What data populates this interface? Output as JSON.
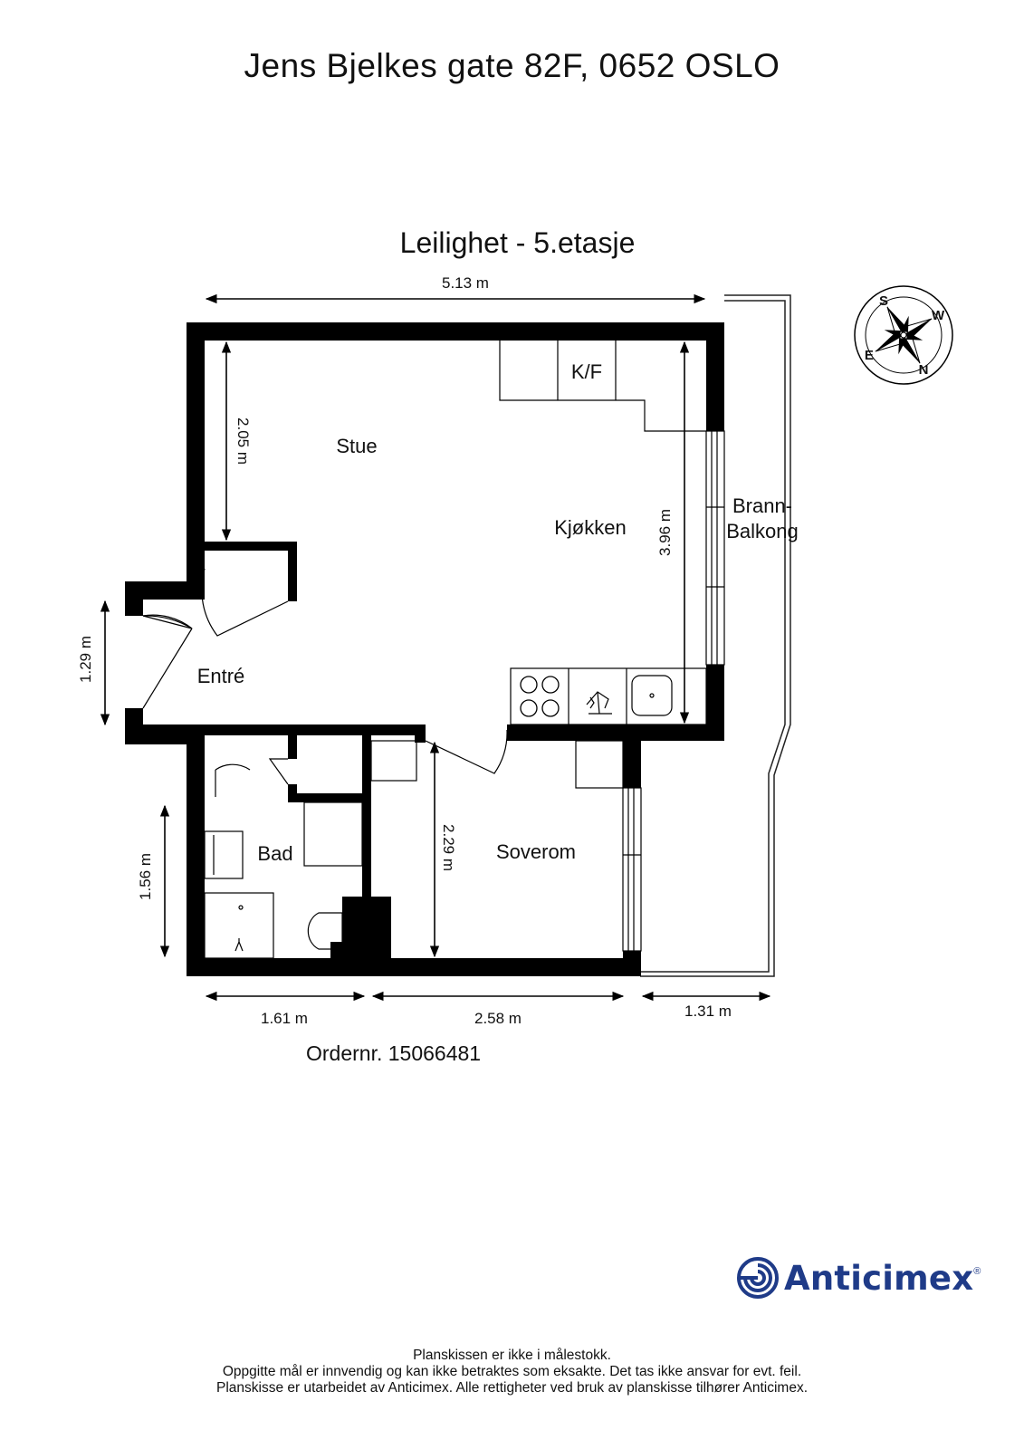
{
  "header": {
    "address": "Jens Bjelkes gate 82F, 0652 OSLO",
    "floor": "Leilighet  - 5.etasje"
  },
  "rooms": {
    "stue": "Stue",
    "kjokken": "Kjøkken",
    "kf": "K/F",
    "entre": "Entré",
    "bad": "Bad",
    "soverom": "Soverom",
    "balkong_line1": "Brann-",
    "balkong_line2": "Balkong"
  },
  "dimensions": {
    "top_width": "5.13 m",
    "stue_height": "2.05 m",
    "kjokken_height": "3.96 m",
    "entre_width": "1.29 m",
    "bad_height": "1.56 m",
    "soverom_height": "2.29 m",
    "bottom_left": "1.61 m",
    "bottom_mid": "2.58 m",
    "bottom_right": "1.31 m"
  },
  "compass": {
    "north": "N",
    "east": "E",
    "south": "S",
    "west": "W"
  },
  "order": "Ordernr. 15066481",
  "brand": {
    "name": "Anticimex",
    "registered": "®",
    "color": "#1f3b88"
  },
  "footer": {
    "line1": "Planskissen er ikke i målestokk.",
    "line2": "Oppgitte mål er innvendig og kan ikke betraktes som eksakte. Det tas ikke ansvar for evt. feil.",
    "line3": "Planskisse er utarbeidet av Anticimex. Alle rettigheter ved bruk av planskisse tilhører Anticimex."
  }
}
